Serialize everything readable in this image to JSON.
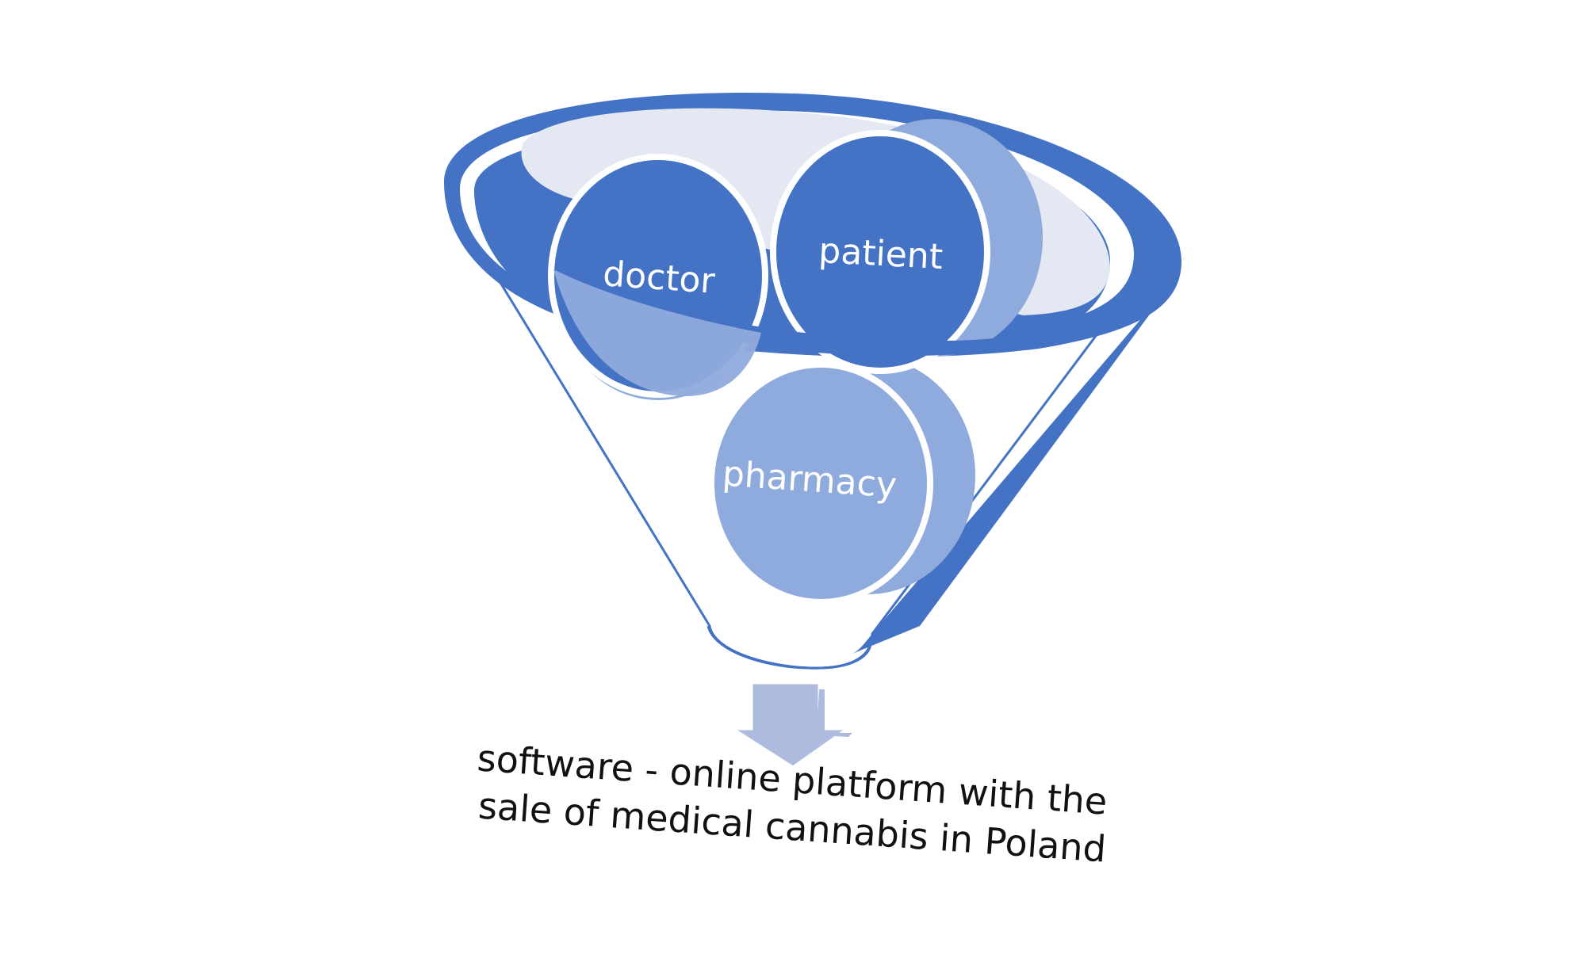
{
  "nodes": [
    {
      "id": "doctor",
      "label": "doctor"
    },
    {
      "id": "patient",
      "label": "patient"
    },
    {
      "id": "pharmacy",
      "label": "pharmacy"
    }
  ],
  "output": {
    "lines": [
      "software - online platform with the",
      "sale of medical cannabis in Poland"
    ]
  },
  "colors": {
    "dark_blue": "#4472C4",
    "light_blue": "#8FAADC",
    "pale_blue": "#E4E8F3",
    "arrow_blue": "#ADBCDE",
    "text_dark": "#111111"
  }
}
